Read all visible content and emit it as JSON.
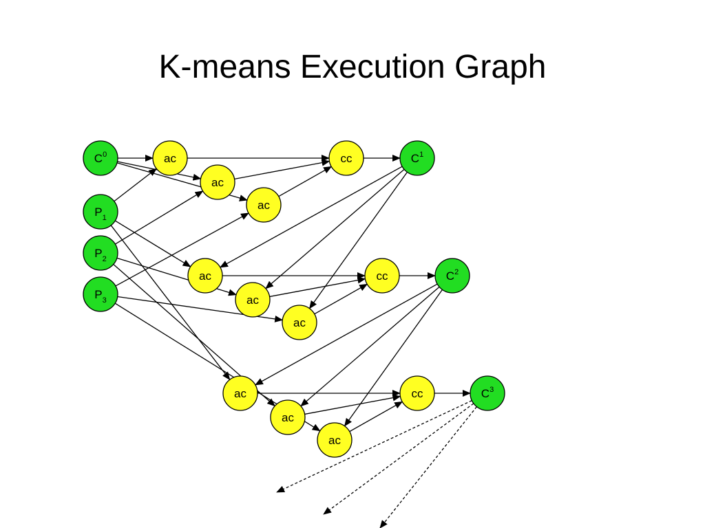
{
  "title": "K-means Execution Graph",
  "colors": {
    "centroid_fill": "#22dd22",
    "process_fill": "#ffff22",
    "stroke": "#000000"
  },
  "nodes": [
    {
      "id": "C0",
      "kind": "centroid",
      "label": "C",
      "sup": "0",
      "sub": ""
    },
    {
      "id": "P1",
      "kind": "centroid",
      "label": "P",
      "sup": "",
      "sub": "1"
    },
    {
      "id": "P2",
      "kind": "centroid",
      "label": "P",
      "sup": "",
      "sub": "2"
    },
    {
      "id": "P3",
      "kind": "centroid",
      "label": "P",
      "sup": "",
      "sub": "3"
    },
    {
      "id": "ac1a",
      "kind": "process",
      "label": "ac",
      "sup": "",
      "sub": ""
    },
    {
      "id": "ac1b",
      "kind": "process",
      "label": "ac",
      "sup": "",
      "sub": ""
    },
    {
      "id": "ac1c",
      "kind": "process",
      "label": "ac",
      "sup": "",
      "sub": ""
    },
    {
      "id": "cc1",
      "kind": "process",
      "label": "cc",
      "sup": "",
      "sub": ""
    },
    {
      "id": "C1",
      "kind": "centroid",
      "label": "C",
      "sup": "1",
      "sub": ""
    },
    {
      "id": "ac2a",
      "kind": "process",
      "label": "ac",
      "sup": "",
      "sub": ""
    },
    {
      "id": "ac2b",
      "kind": "process",
      "label": "ac",
      "sup": "",
      "sub": ""
    },
    {
      "id": "ac2c",
      "kind": "process",
      "label": "ac",
      "sup": "",
      "sub": ""
    },
    {
      "id": "cc2",
      "kind": "process",
      "label": "cc",
      "sup": "",
      "sub": ""
    },
    {
      "id": "C2",
      "kind": "centroid",
      "label": "C",
      "sup": "2",
      "sub": ""
    },
    {
      "id": "ac3a",
      "kind": "process",
      "label": "ac",
      "sup": "",
      "sub": ""
    },
    {
      "id": "ac3b",
      "kind": "process",
      "label": "ac",
      "sup": "",
      "sub": ""
    },
    {
      "id": "ac3c",
      "kind": "process",
      "label": "ac",
      "sup": "",
      "sub": ""
    },
    {
      "id": "cc3",
      "kind": "process",
      "label": "cc",
      "sup": "",
      "sub": ""
    },
    {
      "id": "C3",
      "kind": "centroid",
      "label": "C",
      "sup": "3",
      "sub": ""
    }
  ],
  "edges": [
    {
      "from": "C0",
      "to": "ac1a"
    },
    {
      "from": "C0",
      "to": "ac1b"
    },
    {
      "from": "C0",
      "to": "ac1c"
    },
    {
      "from": "P1",
      "to": "ac1a"
    },
    {
      "from": "P2",
      "to": "ac1b"
    },
    {
      "from": "P3",
      "to": "ac1c"
    },
    {
      "from": "ac1a",
      "to": "cc1"
    },
    {
      "from": "ac1b",
      "to": "cc1"
    },
    {
      "from": "ac1c",
      "to": "cc1"
    },
    {
      "from": "cc1",
      "to": "C1"
    },
    {
      "from": "C1",
      "to": "ac2a"
    },
    {
      "from": "C1",
      "to": "ac2b"
    },
    {
      "from": "C1",
      "to": "ac2c"
    },
    {
      "from": "P1",
      "to": "ac2a"
    },
    {
      "from": "P2",
      "to": "ac2b"
    },
    {
      "from": "P3",
      "to": "ac2c"
    },
    {
      "from": "ac2a",
      "to": "cc2"
    },
    {
      "from": "ac2b",
      "to": "cc2"
    },
    {
      "from": "ac2c",
      "to": "cc2"
    },
    {
      "from": "cc2",
      "to": "C2"
    },
    {
      "from": "C2",
      "to": "ac3a"
    },
    {
      "from": "C2",
      "to": "ac3b"
    },
    {
      "from": "C2",
      "to": "ac3c"
    },
    {
      "from": "P1",
      "to": "ac3a"
    },
    {
      "from": "P2",
      "to": "ac3b"
    },
    {
      "from": "P3",
      "to": "ac3c"
    },
    {
      "from": "ac3a",
      "to": "cc3"
    },
    {
      "from": "ac3b",
      "to": "cc3"
    },
    {
      "from": "ac3c",
      "to": "cc3"
    },
    {
      "from": "cc3",
      "to": "C3"
    },
    {
      "from": "C3",
      "to": "next1",
      "dashed": true
    },
    {
      "from": "C3",
      "to": "next2",
      "dashed": true
    },
    {
      "from": "C3",
      "to": "next3",
      "dashed": true
    }
  ]
}
